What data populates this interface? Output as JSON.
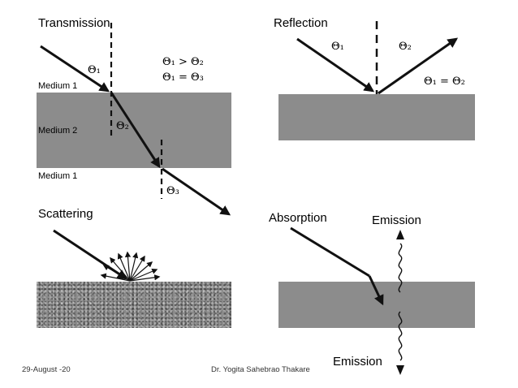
{
  "panels": {
    "transmission": {
      "title": "Transmission",
      "medium1_top": "Medium 1",
      "medium2": "Medium 2",
      "medium1_bottom": "Medium 1",
      "theta1": "Θ₁",
      "theta2": "Θ₂",
      "theta3": "Θ₃",
      "relation1": "Θ₁ > Θ₂",
      "relation2": "Θ₁ = Θ₃"
    },
    "reflection": {
      "title": "Reflection",
      "theta1": "Θ₁",
      "theta2": "Θ₂",
      "relation": "Θ₁ = Θ₂"
    },
    "scattering": {
      "title": "Scattering"
    },
    "absorption": {
      "title": "Absorption",
      "emission_top": "Emission",
      "emission_bottom": "Emission"
    }
  },
  "footer": {
    "date": "29-August -20",
    "author": "Dr. Yogita Sahebrao Thakare"
  },
  "colors": {
    "slab_gray": "#8c8c8c",
    "ink": "#111111"
  }
}
